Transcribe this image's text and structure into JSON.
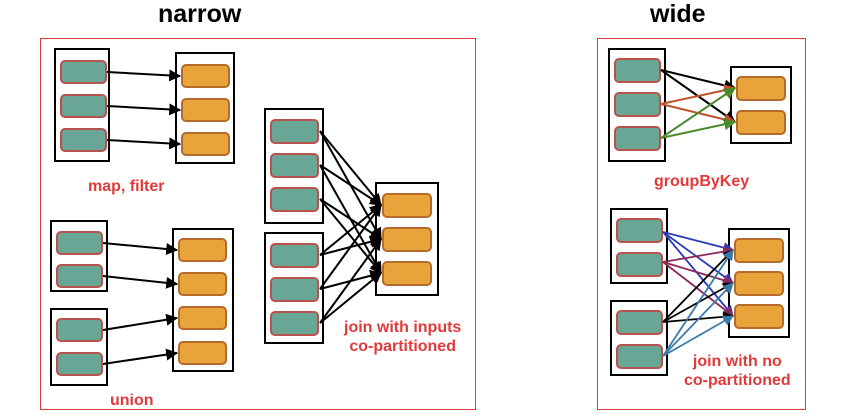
{
  "titles": {
    "narrow": "narrow",
    "wide": "wide"
  },
  "labels": {
    "map_filter": "map, filter",
    "union": "union",
    "join_inputs_line1": "join with inputs",
    "join_inputs_line2": "co-partitioned",
    "group_by_key": "groupByKey",
    "join_no_line1": "join with no",
    "join_no_line2": "co-partitioned"
  },
  "colors": {
    "panel_border": "#e03a3a",
    "label_text": "#e03a3a",
    "partition_parent": "#6aa696",
    "partition_parent_border": "#b9524e",
    "partition_child": "#e8a43a",
    "partition_child_border": "#b56b2a",
    "arrow_black": "#000000",
    "arrow_red": "#c0522a",
    "arrow_green": "#4a8a2a",
    "arrow_blue": "#2a3ab8",
    "arrow_purple": "#8a2a5a",
    "arrow_steel": "#3a7aa8"
  }
}
